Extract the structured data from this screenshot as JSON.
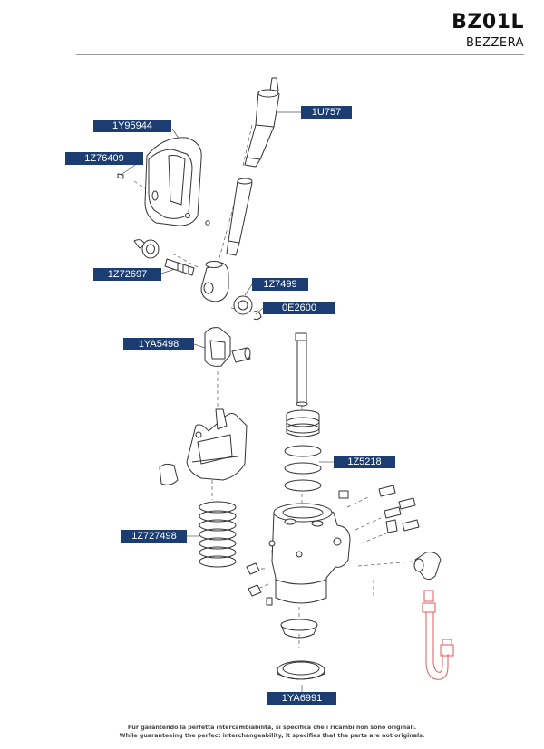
{
  "header": {
    "model": "BZ01L",
    "brand": "BEZZERA"
  },
  "parts": [
    {
      "code": "1Y95944"
    },
    {
      "code": "1Z76409"
    },
    {
      "code": "1U757"
    },
    {
      "code": "1Z72697"
    },
    {
      "code": "1Z7499"
    },
    {
      "code": "0E2600"
    },
    {
      "code": "1YA5498"
    },
    {
      "code": "1Z5218"
    },
    {
      "code": "1Z727498"
    },
    {
      "code": "1YA6991"
    }
  ],
  "footer": {
    "line_it": "Pur garantendo la perfetta intercambiabilità, si specifica che i ricambi non sono originali.",
    "line_en": "While guaranteeing the perfect interchangeability, it specifies that the parts are not originals."
  },
  "colors": {
    "tag_bg": "#1c3d72",
    "tag_text": "#ffffff",
    "line": "#333333",
    "highlight": "#e05a5a"
  }
}
